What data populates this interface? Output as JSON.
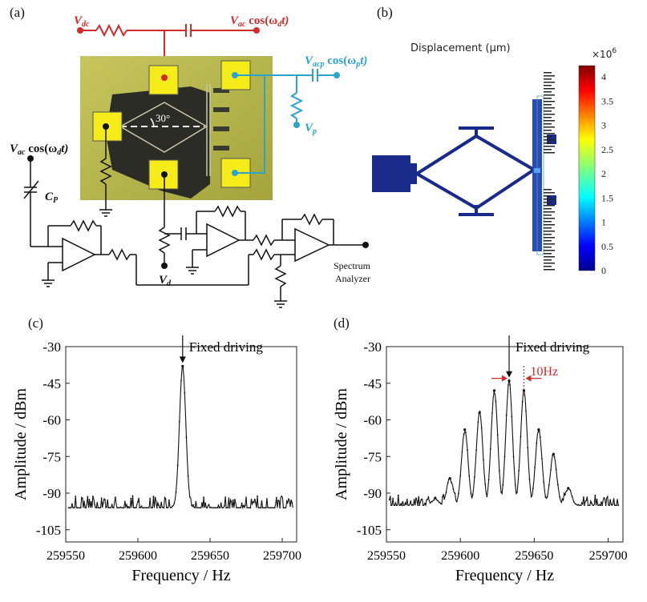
{
  "panel_labels": {
    "a": "(a)",
    "b": "(b)",
    "c": "(c)",
    "d": "(d)"
  },
  "circuit": {
    "vdc": "V",
    "vdc_sub": "dc",
    "vac_top": "V",
    "vac_top_sub": "ac",
    "vac_top_fn": " cos(ω",
    "vac_top_fn_sub": "d",
    "vac_top_fn_end": "t)",
    "vacp": "V",
    "vacp_sub": "acp",
    "vacp_fn": " cos(ω",
    "vacp_fn_sub": "p",
    "vacp_fn_end": "t)",
    "vp": "V",
    "vp_sub": "p",
    "vac_left": "V",
    "vac_left_sub": "ac",
    "vac_left_fn": " cos(ω",
    "vac_left_fn_sub": "d",
    "vac_left_fn_end": "t)",
    "cp": "C",
    "cp_sub": "P",
    "vd": "V",
    "vd_sub": "d",
    "angle": "30°",
    "spectrum_line1": "Spectrum",
    "spectrum_line2": "Analyzer",
    "colors": {
      "red": "#d42a2a",
      "blue": "#2aa4cf",
      "chip": "#b9b84a",
      "pad": "#f5ec1a"
    }
  },
  "fem": {
    "title": "Displacement (μm)",
    "exponent": "×10",
    "exponent_sup": "6",
    "ticks": [
      "4",
      "3.5",
      "3",
      "2.5",
      "2",
      "1.5",
      "1",
      "0.5",
      "0"
    ]
  },
  "chart_data": [
    {
      "type": "line",
      "panel": "(c)",
      "xlabel": "Frequency / Hz",
      "ylabel": "Amplitude / dBm",
      "xlim": [
        259550,
        259710
      ],
      "ylim": [
        -110,
        -30
      ],
      "xticks": [
        "259550",
        "259600",
        "259650",
        "259700"
      ],
      "yticks": [
        "-30",
        "-45",
        "-60",
        "-75",
        "-90",
        "-105"
      ],
      "noise_floor": -96,
      "peaks": [
        {
          "x": 259631,
          "y": -38
        }
      ],
      "annotations": [
        {
          "text": "Fixed driving",
          "x": 259631
        }
      ]
    },
    {
      "type": "line",
      "panel": "(d)",
      "xlabel": "Frequency / Hz",
      "ylabel": "Amplitude / dBm",
      "xlim": [
        259550,
        259710
      ],
      "ylim": [
        -110,
        -30
      ],
      "xticks": [
        "259550",
        "259600",
        "259650",
        "259700"
      ],
      "yticks": [
        "-30",
        "-45",
        "-60",
        "-75",
        "-90",
        "-105"
      ],
      "noise_floor": -95,
      "peaks": [
        {
          "x": 259583,
          "y": -92
        },
        {
          "x": 259593,
          "y": -84
        },
        {
          "x": 259603,
          "y": -64
        },
        {
          "x": 259613,
          "y": -57
        },
        {
          "x": 259623,
          "y": -48
        },
        {
          "x": 259633,
          "y": -44
        },
        {
          "x": 259643,
          "y": -48
        },
        {
          "x": 259653,
          "y": -64
        },
        {
          "x": 259663,
          "y": -74
        },
        {
          "x": 259673,
          "y": -88
        }
      ],
      "annotations": [
        {
          "text": "Fixed driving",
          "x": 259633
        },
        {
          "text": "10Hz",
          "x": 259638
        }
      ]
    }
  ]
}
